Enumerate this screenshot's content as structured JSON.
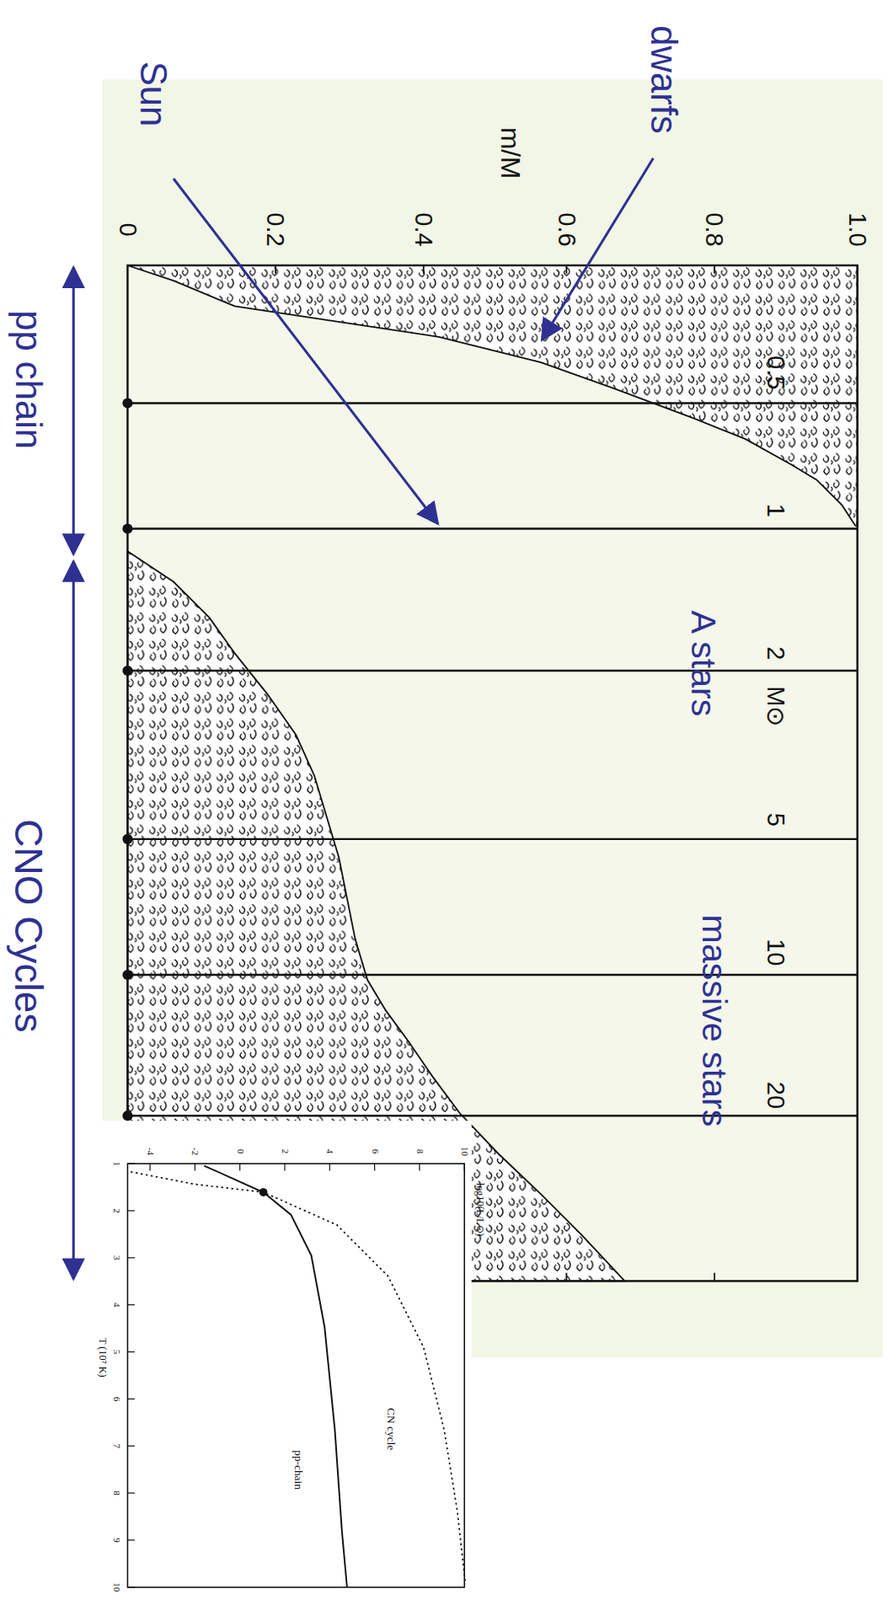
{
  "diagram": {
    "labels": [
      "dwarfs",
      "Sun",
      "m/M",
      "1.0",
      "0.8",
      "0.6",
      "0.4",
      "0.2",
      "0",
      "0.5",
      "1",
      "2",
      "M⊙",
      "5",
      "10",
      "20",
      "A stars",
      "massive stars",
      "pp chain",
      "CNO Cycles",
      "log10(L/L⊙)",
      "-4",
      "-2",
      "0",
      "2",
      "4",
      "6",
      "8",
      "10",
      "1",
      "2",
      "3",
      "4",
      "5",
      "6",
      "7",
      "8",
      "9",
      "10",
      "T (10⁷ K)",
      "pp-chain",
      "CN cycle"
    ]
  }
}
